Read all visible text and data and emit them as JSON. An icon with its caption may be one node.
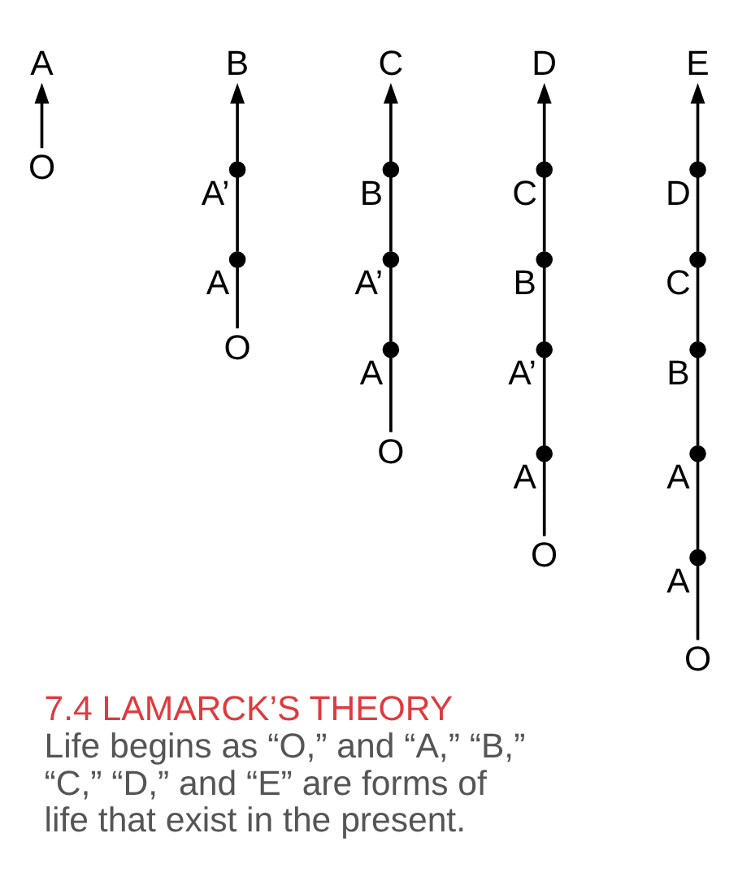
{
  "diagram": {
    "title": "7.4 LAMARCK’S THEORY",
    "caption": "Life begins as “O,” and “A,” “B,” “C,” “D,” and “E” are forms of life that exist in the present.",
    "nodes": [
      {
        "text": [
          "A"
        ]
      },
      {
        "text": [
          "O"
        ]
      },
      {
        "text": [
          "B"
        ]
      },
      {
        "text": [],
        "shape": "circle",
        "beside": [
          "A’"
        ]
      },
      {
        "text": [],
        "shape": "circle",
        "beside": [
          "A"
        ]
      },
      {
        "text": [
          "O"
        ]
      },
      {
        "text": [
          "C"
        ]
      },
      {
        "text": [],
        "shape": "circle",
        "beside": [
          "B"
        ]
      },
      {
        "text": [],
        "shape": "circle",
        "beside": [
          "A’"
        ]
      },
      {
        "text": [],
        "shape": "circle",
        "beside": [
          "A"
        ]
      },
      {
        "text": [
          "O"
        ]
      },
      {
        "text": [
          "D"
        ]
      },
      {
        "text": [],
        "shape": "circle",
        "beside": [
          "C"
        ]
      },
      {
        "text": [],
        "shape": "circle",
        "beside": [
          "B"
        ]
      },
      {
        "text": [],
        "shape": "circle",
        "beside": [
          "A’"
        ]
      },
      {
        "text": [],
        "shape": "circle",
        "beside": [
          "A"
        ]
      },
      {
        "text": [
          "O"
        ]
      },
      {
        "text": [
          "E"
        ]
      },
      {
        "text": [],
        "shape": "circle",
        "beside": [
          "D"
        ]
      },
      {
        "text": [],
        "shape": "circle",
        "beside": [
          "C"
        ]
      },
      {
        "text": [],
        "shape": "circle",
        "beside": [
          "B"
        ]
      },
      {
        "text": [],
        "shape": "circle",
        "beside": [
          "A"
        ]
      },
      {
        "text": [],
        "shape": "circle",
        "beside": [
          "A"
        ]
      },
      {
        "text": [
          "O"
        ]
      }
    ],
    "edges": [
      {
        "from": 1,
        "to": 0,
        "arrow": "to"
      },
      {
        "from": 5,
        "to": 4,
        "arrow": "none"
      },
      {
        "from": 4,
        "to": 3,
        "arrow": "none"
      },
      {
        "from": 3,
        "to": 2,
        "arrow": "to"
      },
      {
        "from": 10,
        "to": 9,
        "arrow": "none"
      },
      {
        "from": 9,
        "to": 8,
        "arrow": "none"
      },
      {
        "from": 8,
        "to": 7,
        "arrow": "none"
      },
      {
        "from": 7,
        "to": 6,
        "arrow": "to"
      },
      {
        "from": 16,
        "to": 15,
        "arrow": "none"
      },
      {
        "from": 15,
        "to": 14,
        "arrow": "none"
      },
      {
        "from": 14,
        "to": 13,
        "arrow": "none"
      },
      {
        "from": 13,
        "to": 12,
        "arrow": "none"
      },
      {
        "from": 12,
        "to": 11,
        "arrow": "to"
      },
      {
        "from": 23,
        "to": 22,
        "arrow": "none"
      },
      {
        "from": 22,
        "to": 21,
        "arrow": "none"
      },
      {
        "from": 21,
        "to": 20,
        "arrow": "none"
      },
      {
        "from": 20,
        "to": 19,
        "arrow": "none"
      },
      {
        "from": 19,
        "to": 18,
        "arrow": "none"
      },
      {
        "from": 18,
        "to": 17,
        "arrow": "to"
      }
    ]
  }
}
